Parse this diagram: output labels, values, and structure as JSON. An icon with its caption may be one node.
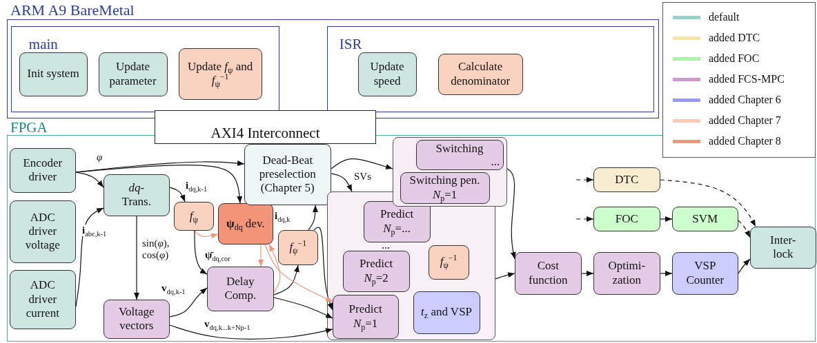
{
  "diagram": {
    "nodes": [
      {
        "text": [
          "ARM A9 BareMetal"
        ]
      },
      {
        "text": [
          "main"
        ],
        "in": 0
      },
      {
        "text": [
          "Init system"
        ],
        "in": 1
      },
      {
        "text": [
          "Update parameter"
        ],
        "in": 1
      },
      {
        "text": [
          "Update *f*$_{ψ}$ and *f*$_{ψ}$$^{−1}$"
        ],
        "in": 1
      },
      {
        "text": [
          "ISR"
        ],
        "in": 0
      },
      {
        "text": [
          "Update speed"
        ],
        "in": 5
      },
      {
        "text": [
          "Calculate denominator"
        ],
        "in": 5
      },
      {
        "text": [
          "FPGA"
        ]
      },
      {
        "text": [
          "AXI4 Interconnect"
        ]
      },
      {
        "text": [
          "Encoder driver"
        ],
        "in": 8
      },
      {
        "text": [
          "ADC driver voltage"
        ],
        "in": 8
      },
      {
        "text": [
          "ADC driver current"
        ],
        "in": 8
      },
      {
        "text": [
          "*dq*- Trans."
        ],
        "in": 8
      },
      {
        "text": [
          "*f*$_{ψ}$"
        ],
        "in": 8
      },
      {
        "text": [
          "**ψ**$_{dq}$ dev."
        ],
        "in": 8
      },
      {
        "text": [
          "Dead-Beat preselection (Chapter 5)"
        ],
        "in": 8
      },
      {
        "text": [
          "*f*$_{ψ}$$^{−1}$"
        ],
        "in": 8
      },
      {
        "text": [
          "Delay Comp."
        ],
        "in": 8
      },
      {
        "text": [
          "Voltage vectors"
        ],
        "in": 8
      },
      {
        "text": [],
        "shape": "box",
        "in": 8
      },
      {
        "text": [
          "Switching",
          "..."
        ],
        "in": 20
      },
      {
        "text": [
          "Switching pen. *N*$_{p}$=1"
        ],
        "in": 20
      },
      {
        "text": [],
        "shape": "box",
        "in": 8
      },
      {
        "text": [
          "Predict *N*$_{p}$=..."
        ],
        "in": 23
      },
      {
        "text": [
          "Predict *N*$_{p}$=2"
        ],
        "in": 23
      },
      {
        "text": [
          "Predict *N*$_{p}$=1"
        ],
        "in": 23
      },
      {
        "text": [
          "*f*$_{ψ}$$^{−1}$"
        ],
        "in": 23
      },
      {
        "text": [
          "*t*$_{z}$ and VSP"
        ],
        "in": 23
      },
      {
        "text": [
          "Cost function"
        ],
        "in": 8
      },
      {
        "text": [
          "Optimi- zation"
        ],
        "in": 8
      },
      {
        "text": [
          "VSP Counter"
        ],
        "in": 8
      },
      {
        "text": [
          "DTC"
        ],
        "in": 8
      },
      {
        "text": [
          "FOC"
        ],
        "in": 8
      },
      {
        "text": [
          "SVM"
        ],
        "in": 8
      },
      {
        "text": [
          "Inter- lock"
        ],
        "in": 8
      }
    ],
    "edges": [
      {
        "from": 10,
        "to": 13,
        "arrow": "to"
      },
      {
        "from": 10,
        "to": 16,
        "arrow": "to",
        "label": "*φ*"
      },
      {
        "from": 10,
        "to": 15,
        "arrow": "to"
      },
      {
        "from": 12,
        "to": 13,
        "arrow": "to",
        "label": "**i**$_{abc,k-1}$"
      },
      {
        "from": 13,
        "to": 14,
        "arrow": "to",
        "label": "**i**$_{dq,k-1}$"
      },
      {
        "from": 13,
        "to": 19,
        "arrow": "to",
        "label": "sin(*φ*), cos(*φ*)"
      },
      {
        "from": 14,
        "to": 15,
        "arrow": "to",
        "color": "#f4957a"
      },
      {
        "from": 14,
        "to": 18,
        "arrow": "to",
        "label": "**ψ̄**$_{dq,cor}$"
      },
      {
        "from": 15,
        "to": 18,
        "arrow": "to",
        "color": "#f4957a"
      },
      {
        "from": 19,
        "to": 18,
        "arrow": "to",
        "label": "**v**$_{dq,k-1}$"
      },
      {
        "from": 19,
        "to": 26,
        "arrow": "to",
        "label": "**v**$_{dq,k...k+Np-1}$"
      },
      {
        "from": 18,
        "to": 17,
        "arrow": "to"
      },
      {
        "from": 18,
        "to": 26,
        "arrow": "to"
      },
      {
        "from": 17,
        "to": 16,
        "arrow": "to",
        "label": "**i**$_{dq,k}$"
      },
      {
        "from": 17,
        "to": 26,
        "arrow": "to"
      },
      {
        "from": 15,
        "to": 26,
        "arrow": "to",
        "color": "#f4957a"
      },
      {
        "from": 18,
        "to": 15,
        "arrow": "to",
        "color": "#f4957a"
      },
      {
        "from": 16,
        "to": 20,
        "arrow": "to"
      },
      {
        "from": 16,
        "to": 23,
        "arrow": "to",
        "label": "SVs"
      },
      {
        "from": 20,
        "to": 29,
        "arrow": "to"
      },
      {
        "from": 23,
        "to": 29,
        "arrow": "to"
      },
      {
        "from": 29,
        "to": 30,
        "arrow": "to"
      },
      {
        "from": 30,
        "to": 31,
        "arrow": "to"
      },
      {
        "from": 31,
        "to": 35,
        "arrow": "to"
      },
      {
        "from": null,
        "to": 32,
        "arrow": "to",
        "style": "dashed"
      },
      {
        "from": null,
        "to": 33,
        "arrow": "to",
        "style": "dashed"
      },
      {
        "from": 33,
        "to": 34,
        "arrow": "to"
      },
      {
        "from": 34,
        "to": 35,
        "arrow": "to",
        "style": "dashed"
      },
      {
        "from": 32,
        "to": 35,
        "arrow": "to",
        "style": "dashed"
      }
    ],
    "labels": [
      "..."
    ],
    "legend": [
      {
        "text": "default",
        "color": "#96d2c7"
      },
      {
        "text": "added DTC",
        "color": "#f9e4a8"
      },
      {
        "text": "added FOC",
        "color": "#a8f5a8"
      },
      {
        "text": "added FCS-MPC",
        "color": "#cc99cc"
      },
      {
        "text": "added Chapter 6",
        "color": "#9999ff"
      },
      {
        "text": "added Chapter 7",
        "color": "#f9cbb4"
      },
      {
        "text": "added Chapter 8",
        "color": "#f4957a"
      }
    ]
  }
}
